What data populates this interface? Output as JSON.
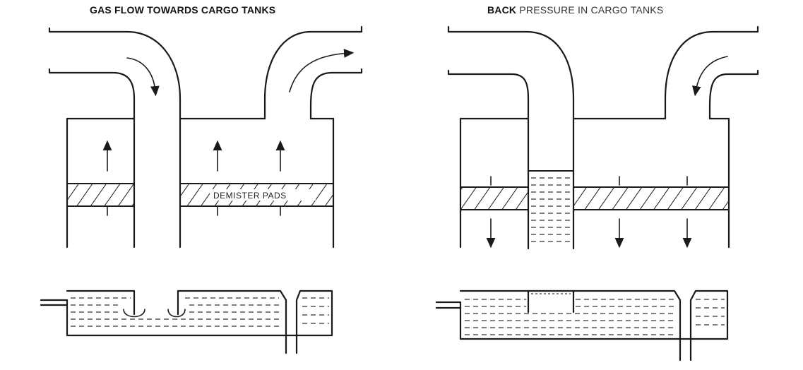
{
  "panels": {
    "left": {
      "title": "GAS FLOW TOWARDS CARGO TANKS",
      "pad_label": "DEMISTER PADS"
    },
    "right": {
      "title_bold": "BACK",
      "title_rest": " PRESSURE IN CARGO TANKS"
    }
  }
}
